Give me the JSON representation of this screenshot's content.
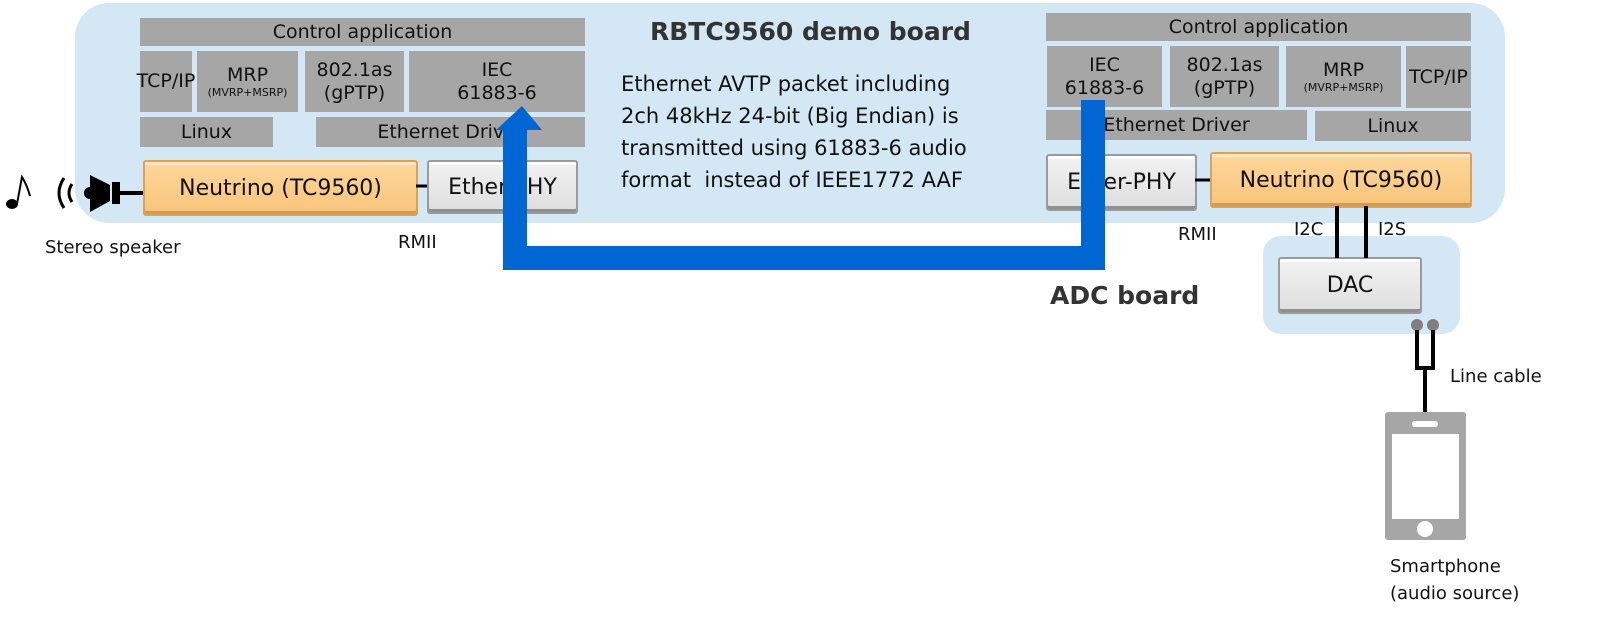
{
  "demo_board": {
    "title": "RBTC9560 demo board",
    "description": "Ethernet AVTP packet including\n2ch 48kHz 24-bit (Big Endian) is\ntransmitted using 61883-6 audio\nformat  instead of IEEE1772 AAF",
    "control_app": "Control application",
    "tcpip": "TCP/IP",
    "mrp": "MRP",
    "mrp_sub": "(MVRP+MSRP)",
    "gptp_1": "802.1as",
    "gptp_2": "(gPTP)",
    "iec_1": "IEC",
    "iec_2": "61883-6",
    "linux": "Linux",
    "eth_driver": "Ethernet Driver",
    "neutrino": "Neutrino (TC9560)",
    "ether_phy": "Ether-PHY",
    "rmii": "RMII"
  },
  "adc_board": {
    "title": "ADC board",
    "control_app": "Control application",
    "iec_1": "IEC",
    "iec_2": "61883-6",
    "gptp_1": "802.1as",
    "gptp_2": "(gPTP)",
    "mrp": "MRP",
    "mrp_sub": "(MVRP+MSRP)",
    "tcpip": "TCP/IP",
    "eth_driver": "Ethernet Driver",
    "linux": "Linux",
    "ether_phy": "Ether-PHY",
    "neutrino": "Neutrino (TC9560)",
    "rmii": "RMII",
    "i2c": "I2C",
    "i2s": "I2S",
    "dac": "DAC"
  },
  "speaker_label": "Stereo speaker",
  "cable_label": "Line cable",
  "phone_label_1": "Smartphone",
  "phone_label_2": "(audio source)",
  "colors": {
    "board": "#d3e7f5",
    "layer": "#a6a6a6",
    "arrow": "#0066d4",
    "neutrino": "#f9c47c"
  },
  "icons": [
    "music-note-icon",
    "sound-wave-icon",
    "speaker-icon",
    "smartphone-icon"
  ]
}
